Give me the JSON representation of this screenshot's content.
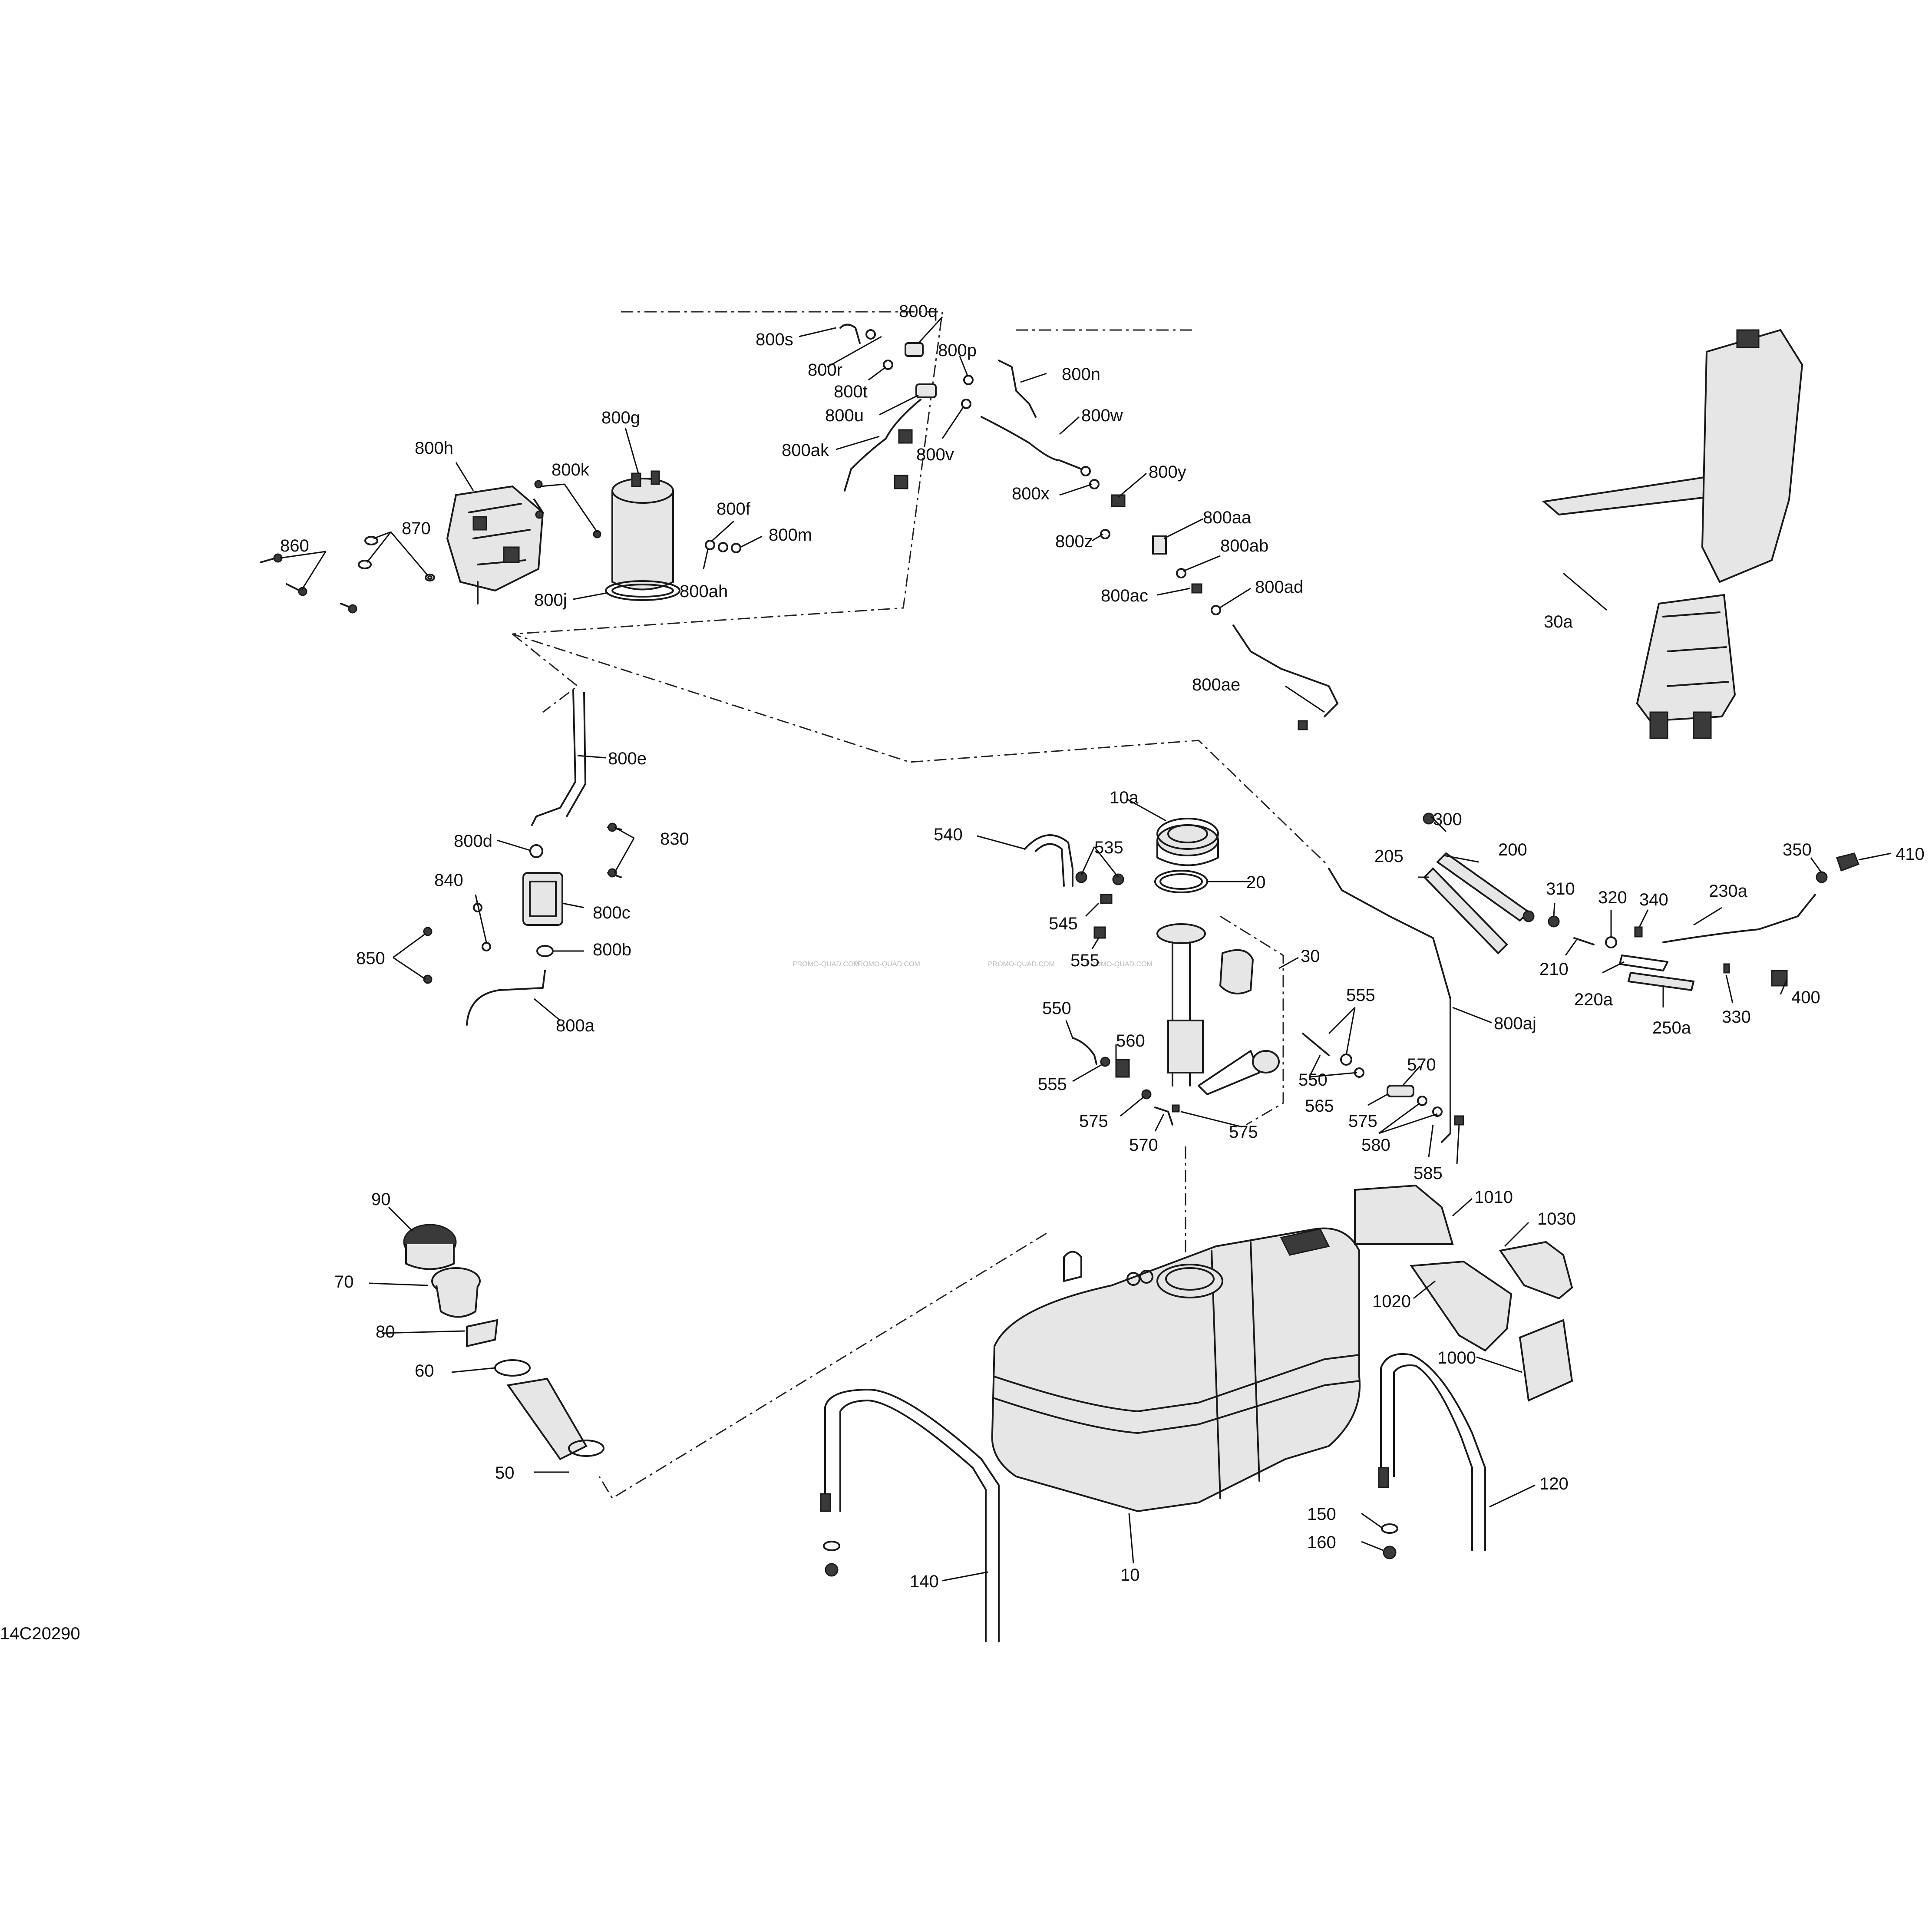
{
  "diagram": {
    "reference_code": "14C20290",
    "watermarks": [
      "PROMO-QUAD.COM",
      "PROMO-QUAD.COM",
      "PROMO-QUAD.COM",
      "PROMO-QUAD.COM"
    ],
    "callouts": {
      "l800s": "800s",
      "l800q": "800q",
      "l800r": "800r",
      "l800p": "800p",
      "l800t": "800t",
      "l800n": "800n",
      "l800u": "800u",
      "l800w": "800w",
      "l800ak": "800ak",
      "l800v": "800v",
      "l800g": "800g",
      "l800h": "800h",
      "l800k": "800k",
      "l800y": "800y",
      "l800x": "800x",
      "l800f": "800f",
      "l800m": "800m",
      "l800aa": "800aa",
      "l870": "870",
      "l860": "860",
      "l800z": "800z",
      "l800ab": "800ab",
      "l800ah": "800ah",
      "l800j": "800j",
      "l800ac": "800ac",
      "l800ad": "800ad",
      "l30a": "30a",
      "l800ae": "800ae",
      "l800e": "800e",
      "l10a": "10a",
      "l300": "300",
      "l540": "540",
      "l535": "535",
      "l200": "200",
      "l350": "350",
      "l410": "410",
      "l800d": "800d",
      "l830": "830",
      "l205": "205",
      "l20": "20",
      "l310": "310",
      "l320": "320",
      "l340": "340",
      "l230a": "230a",
      "l840": "840",
      "l800c": "800c",
      "l545": "545",
      "l555a": "555",
      "l30": "30",
      "l210": "210",
      "l850": "850",
      "l800b": "800b",
      "l220a": "220a",
      "l400": "400",
      "l555b": "555",
      "l330": "330",
      "l250a": "250a",
      "l800a": "800a",
      "l550a": "550",
      "l800aj": "800aj",
      "l560": "560",
      "l570a": "570",
      "l555c": "555",
      "l550b": "550",
      "l565": "565",
      "l575a": "575",
      "l575b": "575",
      "l580": "580",
      "l575c": "575",
      "l570b": "570",
      "l585": "585",
      "l90": "90",
      "l1010": "1010",
      "l1030": "1030",
      "l70": "70",
      "l1020": "1020",
      "l80": "80",
      "l1000": "1000",
      "l60": "60",
      "l50": "50",
      "l120": "120",
      "l150": "150",
      "l160": "160",
      "l10": "10",
      "l140": "140"
    }
  }
}
